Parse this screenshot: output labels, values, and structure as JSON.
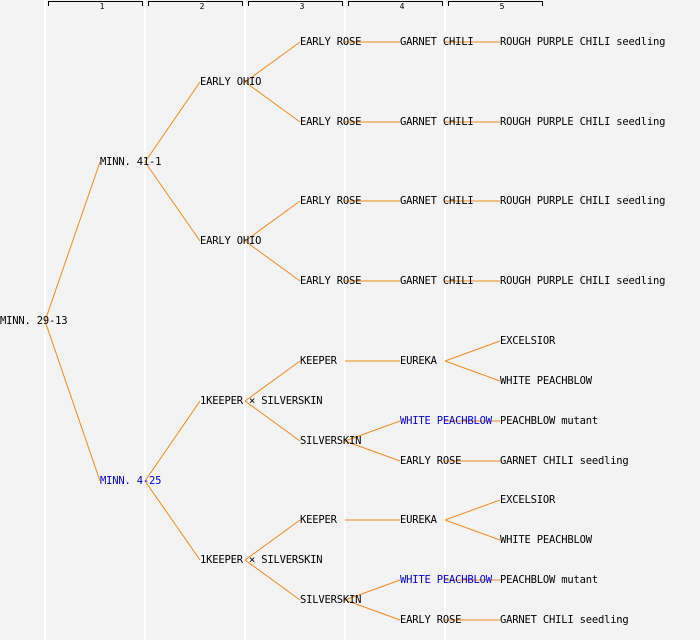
{
  "colors": {
    "edge": "#f08a1c",
    "text": "#000000",
    "highlight": "#0000dd",
    "background": "#f3f3f3"
  },
  "generations": [
    "1",
    "2",
    "3",
    "4",
    "5"
  ],
  "tree": {
    "label": "MINN. 29-13",
    "children": [
      {
        "label": "MINN. 41-1",
        "children": [
          {
            "label": "EARLY OHIO",
            "children": [
              {
                "label": "EARLY ROSE",
                "children": [
                  {
                    "label": "GARNET CHILI",
                    "children": [
                      {
                        "label": "ROUGH PURPLE CHILI seedling"
                      }
                    ]
                  }
                ]
              },
              {
                "label": "EARLY ROSE",
                "children": [
                  {
                    "label": "GARNET CHILI",
                    "children": [
                      {
                        "label": "ROUGH PURPLE CHILI seedling"
                      }
                    ]
                  }
                ]
              }
            ]
          },
          {
            "label": "EARLY OHIO",
            "children": [
              {
                "label": "EARLY ROSE",
                "children": [
                  {
                    "label": "GARNET CHILI",
                    "children": [
                      {
                        "label": "ROUGH PURPLE CHILI seedling"
                      }
                    ]
                  }
                ]
              },
              {
                "label": "EARLY ROSE",
                "children": [
                  {
                    "label": "GARNET CHILI",
                    "children": [
                      {
                        "label": "ROUGH PURPLE CHILI seedling"
                      }
                    ]
                  }
                ]
              }
            ]
          }
        ]
      },
      {
        "label": "MINN. 4-25",
        "highlight": true,
        "children": [
          {
            "label": "1KEEPER × SILVERSKIN",
            "children": [
              {
                "label": "KEEPER",
                "children": [
                  {
                    "label": "EUREKA",
                    "children": [
                      {
                        "label": "EXCELSIOR"
                      },
                      {
                        "label": "WHITE PEACHBLOW"
                      }
                    ]
                  }
                ]
              },
              {
                "label": "SILVERSKIN",
                "children": [
                  {
                    "label": "WHITE PEACHBLOW",
                    "highlight": true,
                    "children": [
                      {
                        "label": "PEACHBLOW mutant"
                      }
                    ]
                  },
                  {
                    "label": "EARLY ROSE",
                    "children": [
                      {
                        "label": "GARNET CHILI seedling"
                      }
                    ]
                  }
                ]
              }
            ]
          },
          {
            "label": "1KEEPER × SILVERSKIN",
            "children": [
              {
                "label": "KEEPER",
                "children": [
                  {
                    "label": "EUREKA",
                    "children": [
                      {
                        "label": "EXCELSIOR"
                      },
                      {
                        "label": "WHITE PEACHBLOW"
                      }
                    ]
                  }
                ]
              },
              {
                "label": "SILVERSKIN",
                "children": [
                  {
                    "label": "WHITE PEACHBLOW",
                    "highlight": true,
                    "children": [
                      {
                        "label": "PEACHBLOW mutant"
                      }
                    ]
                  },
                  {
                    "label": "EARLY ROSE",
                    "children": [
                      {
                        "label": "GARNET CHILI seedling"
                      }
                    ]
                  }
                ]
              }
            ]
          }
        ]
      }
    ]
  }
}
